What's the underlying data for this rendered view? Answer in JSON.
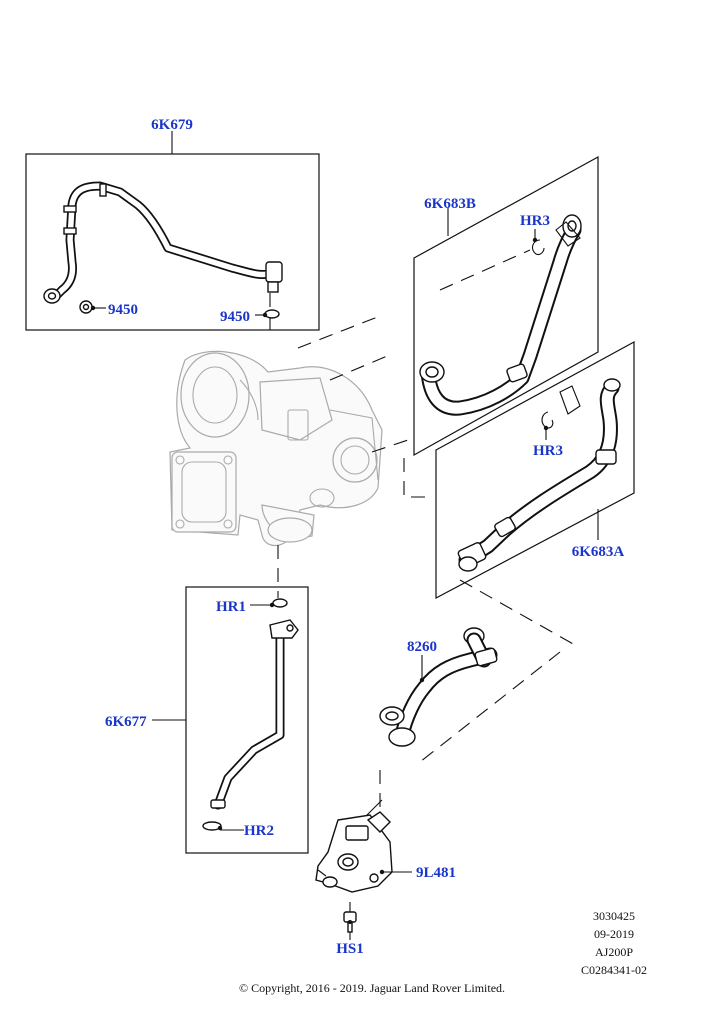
{
  "callouts": {
    "c_6k679": "6K679",
    "c_9450_a": "9450",
    "c_9450_b": "9450",
    "c_6k683b": "6K683B",
    "c_hr3_a": "HR3",
    "c_hr3_b": "HR3",
    "c_6k683a": "6K683A",
    "c_hr1": "HR1",
    "c_6k677": "6K677",
    "c_hr2": "HR2",
    "c_8260": "8260",
    "c_9l481": "9L481",
    "c_hs1": "HS1"
  },
  "reference": {
    "line1": "3030425",
    "line2": "09-2019",
    "line3": "AJ200P",
    "line4": "C0284341-02"
  },
  "copyright": "© Copyright, 2016 - 2019. Jaguar Land Rover Limited."
}
